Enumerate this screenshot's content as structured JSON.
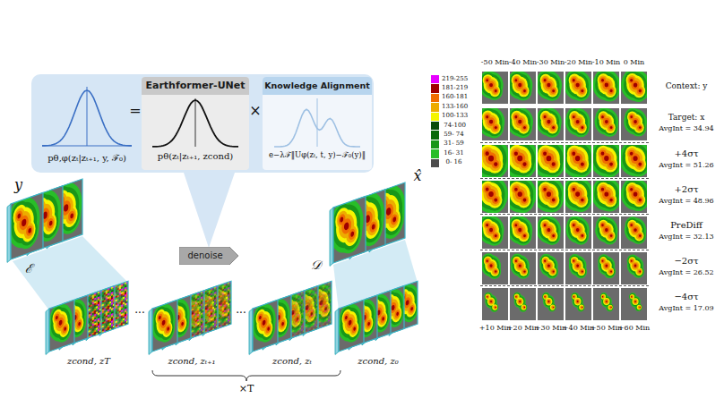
{
  "diagram": {
    "nodes": [
      {
        "text": [
          "pθ,φ(zₜ|zₜ₊₁, y, ℱ₀)",
          "=",
          "×"
        ]
      },
      {
        "text": [
          "Earthformer-UNet",
          "pθ(zₜ|zₜ₊₁, zcond)"
        ],
        "in": 0
      },
      {
        "text": [
          "Knowledge Alignment",
          "e−λℱ‖Uφ(zₜ, t, y)−ℱ₀(y)‖"
        ],
        "in": 0
      },
      {
        "text": [
          "denoise"
        ]
      }
    ],
    "labels": [
      "y",
      "ℰ",
      "...",
      "...",
      "𝒟",
      "x̂",
      "zcond, zT",
      "zcond, zₜ₊₁",
      "zcond, zₜ",
      "zcond, z₀",
      "×T",
      "-50 Min",
      "-40 Min",
      "-30 Min",
      "-20 Min",
      "-10 Min",
      "0 Min",
      "Context: y",
      "Target: x",
      "AvgInt = 34.94",
      "+4στ",
      "AvgInt = 51.26",
      "+2στ",
      "AvgInt = 48.96",
      "PreDiff",
      "AvgInt = 32.13",
      "−2στ",
      "AvgInt = 26.52",
      "−4στ",
      "AvgInt = 17.09",
      "+10 Min",
      "+20 Min",
      "+30 Min",
      "+40 Min",
      "+50 Min",
      "+60 Min"
    ],
    "legend": [
      {
        "text": "219-255",
        "color": "#e700ff"
      },
      {
        "text": "181-219",
        "color": "#a00000"
      },
      {
        "text": "160-181",
        "color": "#f06e00"
      },
      {
        "text": "133-160",
        "color": "#edac00"
      },
      {
        "text": "100-133",
        "color": "#f5f500"
      },
      {
        "text": " 74-100",
        "color": "#0a4b0a"
      },
      {
        "text": " 59- 74",
        "color": "#0a690a"
      },
      {
        "text": " 31- 59",
        "color": "#199619"
      },
      {
        "text": " 16- 31",
        "color": "#28be28"
      },
      {
        "text": "  0- 16",
        "color": "#4d4d4d"
      }
    ]
  }
}
